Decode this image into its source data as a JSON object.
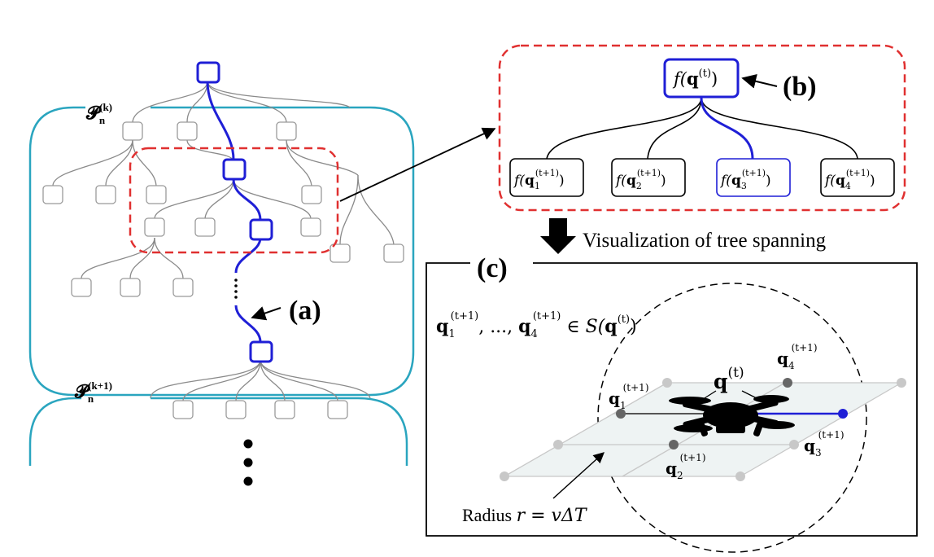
{
  "panel_labels": {
    "a": "(a)",
    "b": "(b)",
    "c": "(c)"
  },
  "partitions": {
    "k": {
      "symbol": "𝓟",
      "sub": "n",
      "sup": "(k)"
    },
    "k1": {
      "symbol": "𝓟",
      "sub": "n",
      "sup": "(k+1)"
    }
  },
  "panel_b": {
    "parent": {
      "f": "f(",
      "q": "q",
      "sup": "(t)",
      "close": ")"
    },
    "children": [
      {
        "f": "f(",
        "q": "q",
        "sub": "1",
        "sup": "(t+1)",
        "close": ")"
      },
      {
        "f": "f(",
        "q": "q",
        "sub": "2",
        "sup": "(t+1)",
        "close": ")"
      },
      {
        "f": "f(",
        "q": "q",
        "sub": "3",
        "sup": "(t+1)",
        "close": ")"
      },
      {
        "f": "f(",
        "q": "q",
        "sub": "4",
        "sup": "(t+1)",
        "close": ")"
      }
    ]
  },
  "arrow_caption": "Visualization of tree spanning",
  "panel_c": {
    "set_expr": {
      "q1": "q",
      "s1": "1",
      "sup1": "(t+1)",
      "mid": ", ..., ",
      "q4": "q",
      "s4": "4",
      "sup4": "(t+1)",
      "rel": " ∈ S(",
      "q": "q",
      "supt": "(t)",
      "close": ")"
    },
    "center": {
      "q": "q",
      "sup": "(t)"
    },
    "nodes": [
      {
        "q": "q",
        "sub": "1",
        "sup": "(t+1)"
      },
      {
        "q": "q",
        "sub": "2",
        "sup": "(t+1)"
      },
      {
        "q": "q",
        "sub": "3",
        "sup": "(t+1)"
      },
      {
        "q": "q",
        "sub": "4",
        "sup": "(t+1)"
      }
    ],
    "radius_text": "Radius ",
    "radius_expr": "r = vΔT"
  },
  "colors": {
    "blue": "#1f1fd6",
    "red": "#e03030",
    "teal": "#2aa5bf",
    "grey_node": "#9a9a9a",
    "grey_edge": "#8a8a8a"
  }
}
